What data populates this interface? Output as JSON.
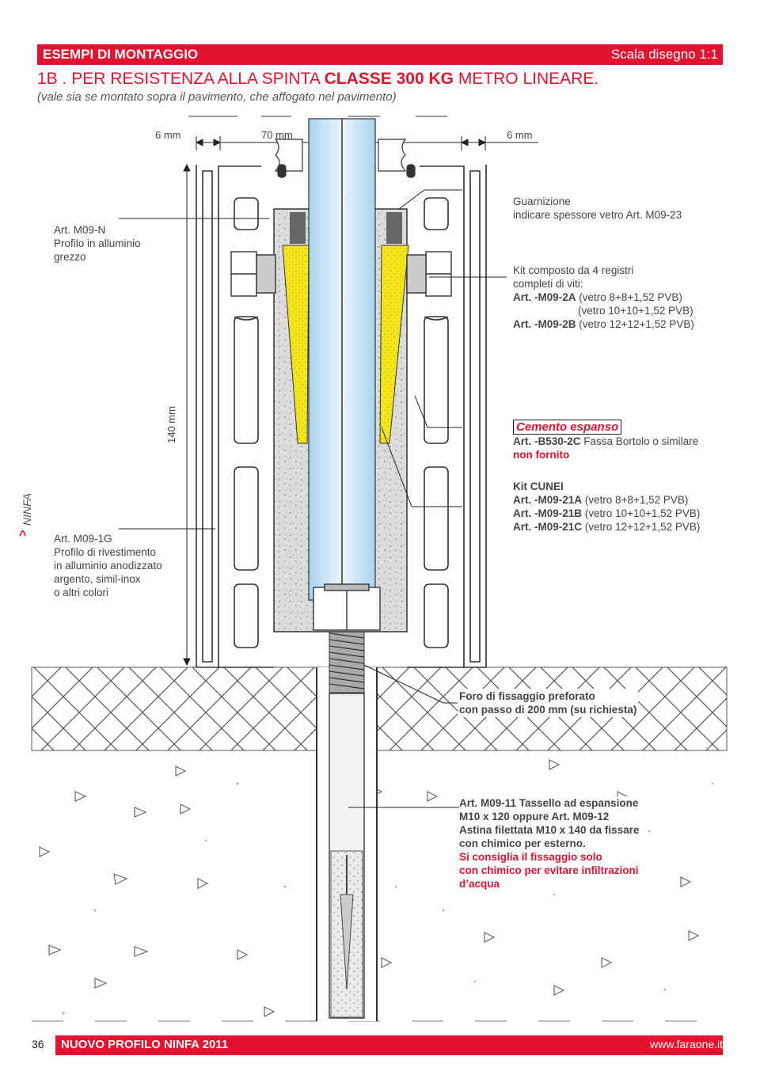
{
  "header": {
    "section": "ESEMPI DI MONTAGGIO",
    "scale": "Scala disegno 1:1"
  },
  "title": {
    "prefix": "1B . PER RESISTENZA ALLA SPINTA ",
    "bold": "CLASSE 300 KG",
    "suffix": " METRO LINEARE."
  },
  "subtitle": "(vale sia se montato sopra il pavimento, che affogato nel pavimento)",
  "dimensions": {
    "left_gap": "6 mm",
    "glass_width": "70 mm",
    "right_gap": "6 mm",
    "height": "140 mm"
  },
  "labels": {
    "m09n": [
      "Art. M09-N",
      "Profilo in alluminio",
      "grezzo"
    ],
    "m09g": [
      "Art. M09-1G",
      "Profilo di rivestimento",
      "in alluminio anodizzato",
      "argento, simil-inox",
      "o altri colori"
    ],
    "guarnizione": [
      "Guarnizione",
      "indicare spessore vetro Art. M09-23"
    ],
    "kit": [
      "Kit composto da 4 registri",
      "completi di viti:"
    ],
    "kit_a_art": "Art. -M09-2A",
    "kit_a_desc": "(vetro 8+8+1,52 PVB)",
    "kit_a_desc2": "(vetro 10+10+1,52 PVB)",
    "kit_b_art": "Art. -M09-2B",
    "kit_b_desc": "(vetro 12+12+1,52 PVB)",
    "cemento_title": "Cemento espanso",
    "cemento_art": "Art. -B530-2C",
    "cemento_desc": "Fassa Bortolo o similare",
    "cemento_note": "non fornito",
    "cunei_title": "Kit CUNEI",
    "cunei_a_art": "Art. -M09-21A",
    "cunei_a_desc": "(vetro 8+8+1,52 PVB)",
    "cunei_b_art": "Art. -M09-21B",
    "cunei_b_desc": "(vetro 10+10+1,52 PVB)",
    "cunei_c_art": "Art. -M09-21C",
    "cunei_c_desc": "(vetro 12+12+1,52 PVB)",
    "foro": [
      "Foro di fissaggio preforato",
      "con passo di 200 mm (su richiesta)"
    ],
    "tassello": [
      "Art. M09-11 Tassello ad espansione",
      "M10 x 120 oppure Art. M09-12",
      "Astina filettata M10 x 140 da fissare",
      "con chimico per esterno."
    ],
    "consiglio": [
      "Si consiglia il fissaggio solo",
      "con chimico per evitare infiltrazioni",
      "d’acqua"
    ]
  },
  "side_tab": {
    "arrow": "^",
    "text": "NINFA"
  },
  "footer": {
    "page": "36",
    "title": "NUOVO PROFILO NINFA 2011",
    "website": "www.faraone.it"
  },
  "colors": {
    "accent": "#e5122e",
    "glass": "#cfe6f5",
    "wedge": "#f2e61a",
    "cement": "#d8d8d8",
    "profile": "#ffffff"
  }
}
